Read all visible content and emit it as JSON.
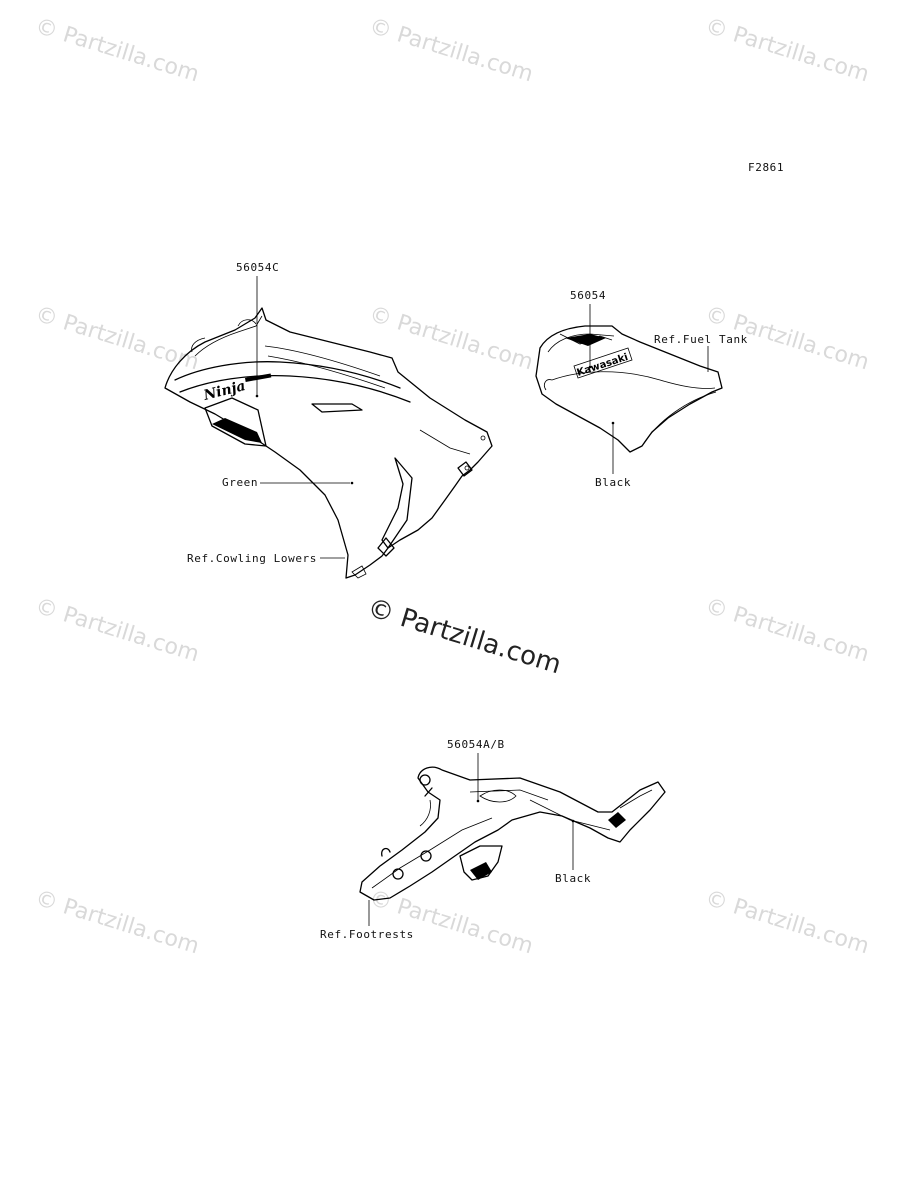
{
  "figure_id": "F2861",
  "watermark": "© Partzilla.com",
  "callouts": {
    "upper_cowl_part": "56054C",
    "upper_cowl_color": "Green",
    "upper_cowl_ref": "Ref.Cowling Lowers",
    "tank_part": "56054",
    "tank_ref": "Ref.Fuel Tank",
    "tank_color": "Black",
    "footrest_part": "56054A/B",
    "footrest_color": "Black",
    "footrest_ref": "Ref.Footrests"
  },
  "decal_text": {
    "cowl_logo": "Ninja",
    "tank_logo": "Kawasaki"
  }
}
